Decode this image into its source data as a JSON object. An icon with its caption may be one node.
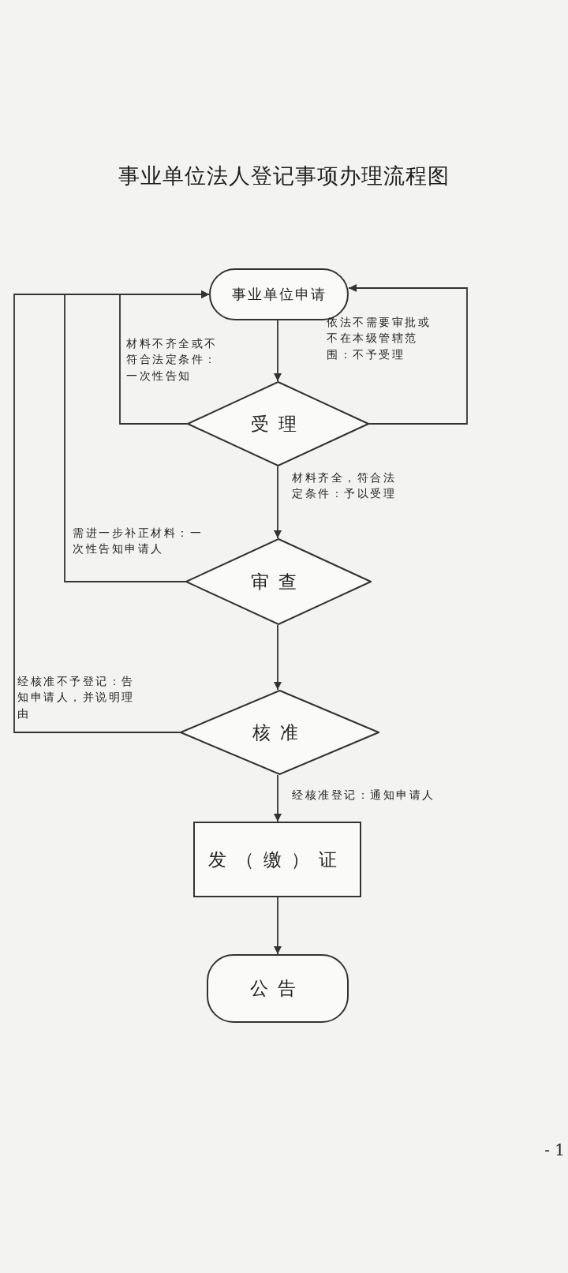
{
  "diagram": {
    "title": "事业单位法人登记事项办理流程图",
    "nodes": [
      {
        "text": [
          "事业单位申请"
        ]
      },
      {
        "text": [
          "受理"
        ]
      },
      {
        "text": [
          "审查"
        ]
      },
      {
        "text": [
          "核准"
        ]
      },
      {
        "text": [
          "发（缴）证"
        ]
      },
      {
        "text": [
          "公告"
        ]
      }
    ],
    "edges": [
      {
        "from": 0,
        "to": 1,
        "arrow": "to"
      },
      {
        "from": 1,
        "to": 0,
        "arrow": "to",
        "label": "材料不齐全或不符合法定条件：一次性告知"
      },
      {
        "from": 1,
        "to": 0,
        "arrow": "to",
        "label": "依法不需要审批或不在本级管辖范围：不予受理"
      },
      {
        "from": 1,
        "to": 2,
        "arrow": "to",
        "label": "材料齐全，符合法定条件：予以受理"
      },
      {
        "from": 2,
        "to": 0,
        "arrow": "to",
        "label": "需进一步补正材料：一次性告知申请人"
      },
      {
        "from": 2,
        "to": 3,
        "arrow": "to"
      },
      {
        "from": 3,
        "to": 0,
        "arrow": "to",
        "label": "经核准不予登记：告知申请人，并说明理由"
      },
      {
        "from": 3,
        "to": 4,
        "arrow": "to",
        "label": "经核准登记：通知申请人"
      },
      {
        "from": 4,
        "to": 5,
        "arrow": "to"
      }
    ],
    "labels": [
      "- 1"
    ]
  }
}
